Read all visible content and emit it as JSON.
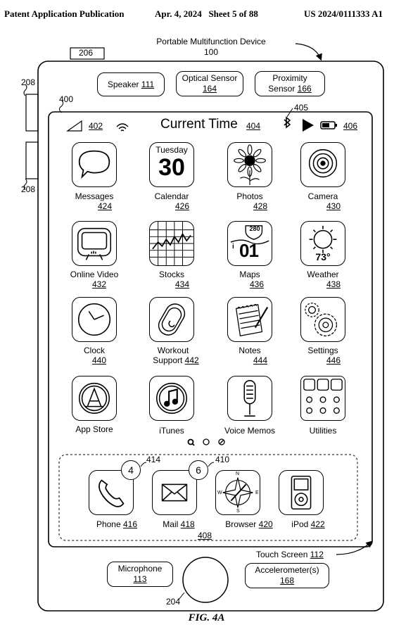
{
  "header": {
    "publication": "Patent Application Publication",
    "date_sheet": "Apr. 4, 2024   Sheet 5 of 88",
    "number": "US 2024/0111333 A1"
  },
  "device": {
    "title": "Portable Multifunction Device",
    "ref": "100",
    "ref_206": "206",
    "ref_208a": "208",
    "ref_208b": "208",
    "ref_400": "400",
    "ref_204": "204"
  },
  "sensors": {
    "speaker": "Speaker",
    "speaker_ref": "111",
    "optical_line1": "Optical Sensor",
    "optical_ref": "164",
    "proximity_line1": "Proximity",
    "proximity_line2": "Sensor",
    "proximity_ref": "166"
  },
  "status": {
    "signal_ref": "402",
    "time": "Current Time",
    "time_ref": "404",
    "ref_405": "405",
    "battery_ref": "406"
  },
  "apps": [
    {
      "name": "Messages",
      "ref": "424"
    },
    {
      "name": "Calendar",
      "ref": "426"
    },
    {
      "name": "Photos",
      "ref": "428"
    },
    {
      "name": "Camera",
      "ref": "430"
    },
    {
      "name": "Online Video",
      "ref": "432"
    },
    {
      "name": "Stocks",
      "ref": "434"
    },
    {
      "name": "Maps",
      "ref": "436"
    },
    {
      "name": "Weather",
      "ref": "438"
    },
    {
      "name": "Clock",
      "ref": "440"
    },
    {
      "name": "Workout",
      "name2": "Support",
      "ref": "442"
    },
    {
      "name": "Notes",
      "ref": "444"
    },
    {
      "name": "Settings",
      "ref": "446"
    },
    {
      "name": "App Store"
    },
    {
      "name": "iTunes"
    },
    {
      "name": "Voice Memos"
    },
    {
      "name": "Utilities"
    }
  ],
  "calendar_icon": {
    "day": "Tuesday",
    "date": "30"
  },
  "maps_icon": {
    "shield": "280",
    "digits": "01"
  },
  "weather_icon": {
    "temp": "73°"
  },
  "dock": {
    "ref": "408",
    "apps": [
      {
        "name": "Phone",
        "ref": "416",
        "badge": "4",
        "badge_ref": "414"
      },
      {
        "name": "Mail",
        "ref": "418",
        "badge": "6",
        "badge_ref": "410"
      },
      {
        "name": "Browser",
        "ref": "420"
      },
      {
        "name": "iPod",
        "ref": "422"
      }
    ],
    "compass": {
      "n": "N",
      "s": "S",
      "e": "E",
      "w": "W"
    }
  },
  "touch_screen": {
    "label": "Touch Screen",
    "ref": "112"
  },
  "microphone": {
    "label": "Microphone",
    "ref": "113"
  },
  "accelerometer": {
    "label": "Accelerometer(s)",
    "ref": "168"
  },
  "figure": "FIG. 4A"
}
